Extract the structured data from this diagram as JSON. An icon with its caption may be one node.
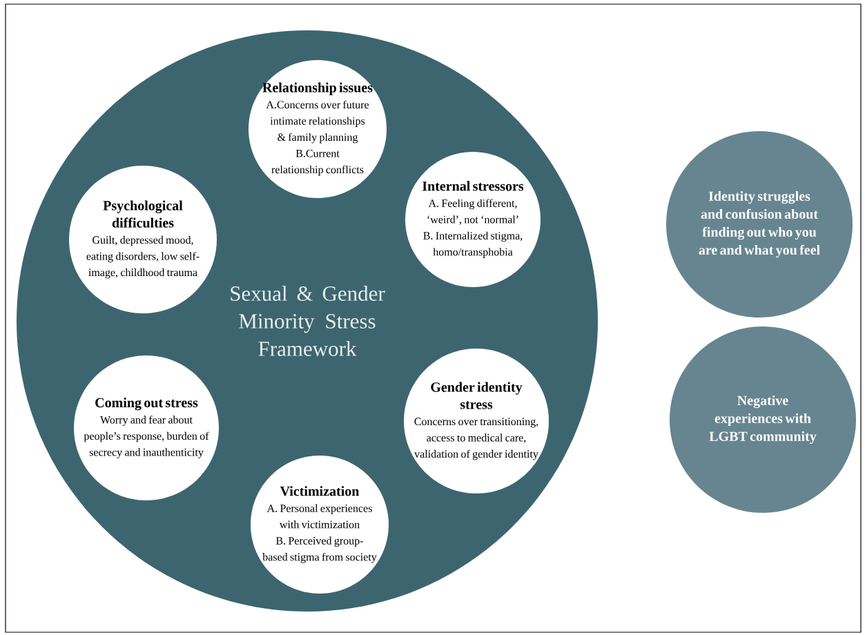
{
  "diagram": {
    "nodes": [
      {
        "text": [
          "Sexual & Gender Minority Stress Framework"
        ]
      },
      {
        "text": [
          "Relationship issues",
          "A.Concerns over future intimate relationships & family planning",
          "B.Current relationship conflicts"
        ],
        "in": 0
      },
      {
        "text": [
          "Psychological difficulties",
          "Guilt, depressed mood, eating disorders, low self-image, childhood trauma"
        ],
        "in": 0
      },
      {
        "text": [
          "Internal stressors",
          "A. Feeling different, ‘weird’, not ‘normal’",
          "B. Internalized stigma, homo/transphobia"
        ],
        "in": 0
      },
      {
        "text": [
          "Coming out stress",
          "Worry and fear about people’s response, burden of secrecy and inauthenticity"
        ],
        "in": 0
      },
      {
        "text": [
          "Gender identity stress",
          "Concerns over transitioning, access to medical care, validation of gender identity"
        ],
        "in": 0
      },
      {
        "text": [
          "Victimization",
          "A. Personal experiences with victimization",
          "B. Perceived group-based stigma from society"
        ],
        "in": 0
      },
      {
        "text": [
          "Identity struggles and confusion about finding out who you are and what you feel"
        ]
      },
      {
        "text": [
          "Negative experiences with LGBT community"
        ]
      }
    ]
  }
}
